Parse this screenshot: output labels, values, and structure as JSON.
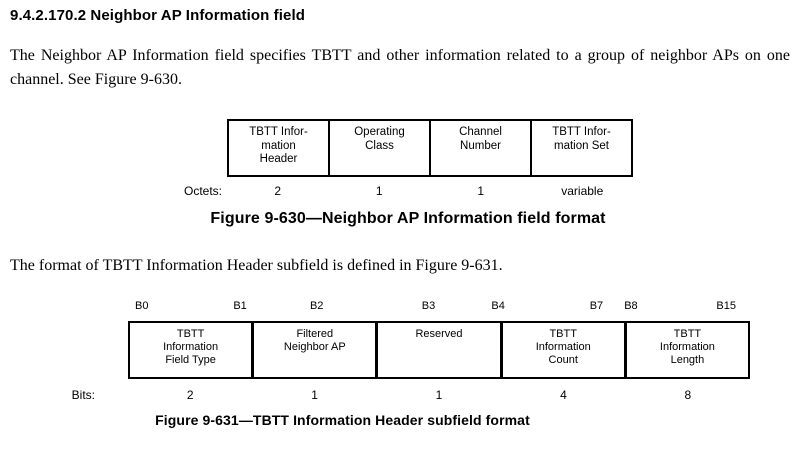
{
  "heading": "9.4.2.170.2 Neighbor AP Information field",
  "para1": "The Neighbor AP Information field specifies TBTT and other information related to a group of neighbor APs on one channel. See Figure 9-630.",
  "figure_630": {
    "octets_label": "Octets:",
    "caption": "Figure 9-630—Neighbor AP Information field format",
    "cells": [
      {
        "label": "TBTT Infor-\nmation\nHeader",
        "octets": "2"
      },
      {
        "label": "Operating\nClass",
        "octets": "1"
      },
      {
        "label": "Channel\nNumber",
        "octets": "1"
      },
      {
        "label": "TBTT Infor-\nmation Set",
        "octets": "variable"
      }
    ]
  },
  "para2": "The format of TBTT Information Header subfield is defined in Figure 9-631.",
  "figure_631": {
    "bits_label": "Bits:",
    "caption": "Figure 9-631—TBTT Information Header subfield format",
    "cells": [
      {
        "bit_start": "B0",
        "bit_end": "B1",
        "label": "TBTT\nInformation\nField Type",
        "bits": "2"
      },
      {
        "bit_start": "B2",
        "bit_end": "",
        "label": "Filtered\nNeighbor AP",
        "bits": "1"
      },
      {
        "bit_start": "B3",
        "bit_end": "",
        "label": "Reserved",
        "bits": "1"
      },
      {
        "bit_start": "B4",
        "bit_end": "B7",
        "label": "TBTT\nInformation\nCount",
        "bits": "4"
      },
      {
        "bit_start": "B8",
        "bit_end": "B15",
        "label": "TBTT\nInformation\nLength",
        "bits": "8"
      }
    ]
  },
  "colors": {
    "text": "#000000",
    "background": "#ffffff",
    "border": "#000000"
  }
}
